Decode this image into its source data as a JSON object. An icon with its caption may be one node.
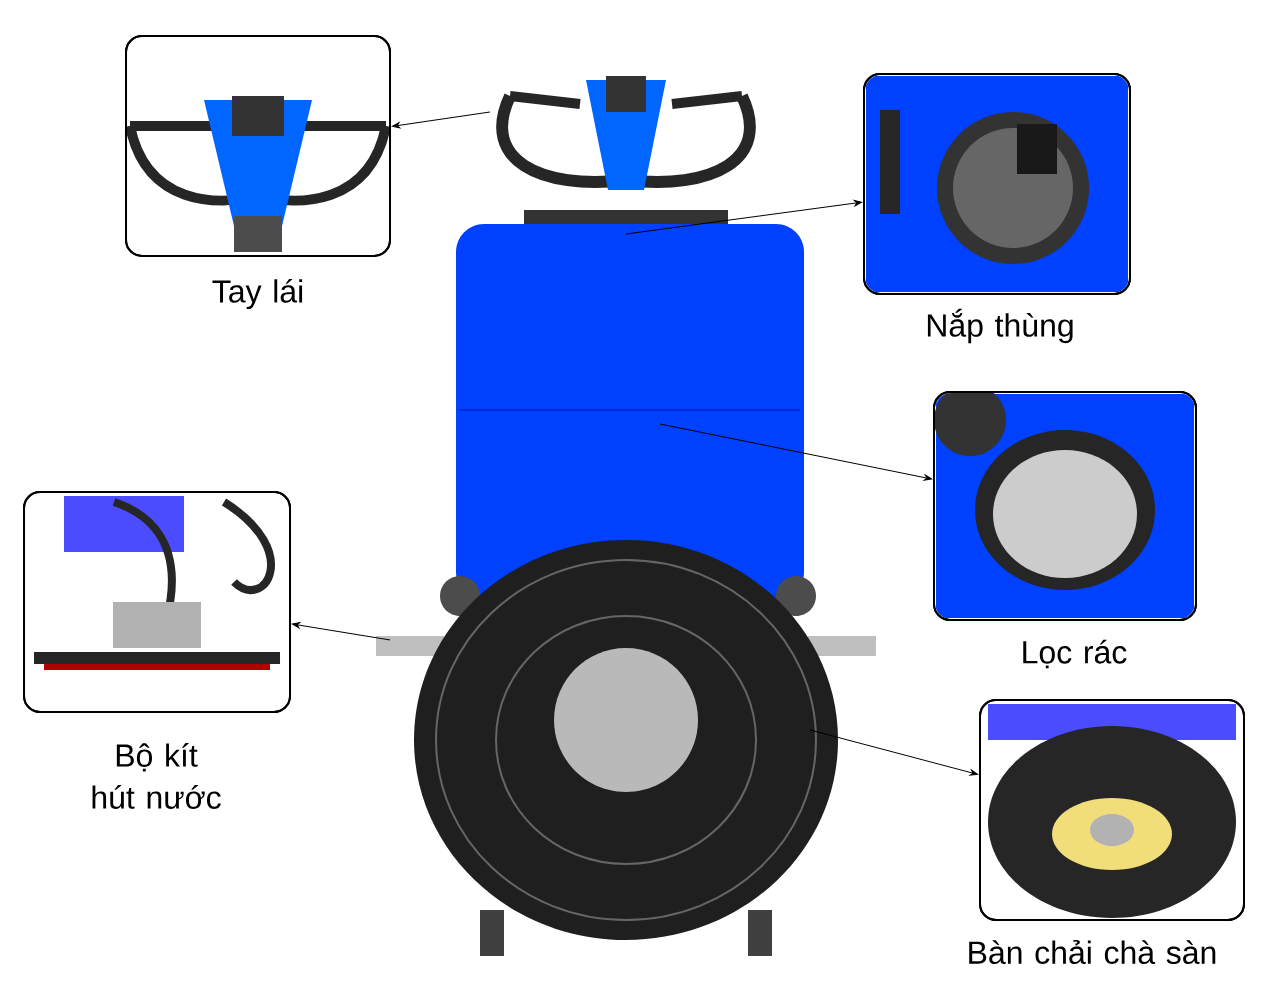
{
  "diagram": {
    "nodes": [
      {
        "text": [],
        "shape": "picture",
        "beside": [
          "Tay lái"
        ]
      },
      {
        "text": [],
        "shape": "picture",
        "beside": [
          "Nắp thùng"
        ]
      },
      {
        "text": [],
        "shape": "picture",
        "beside": [
          "Lọc rác"
        ]
      },
      {
        "text": [],
        "shape": "picture",
        "beside": [
          "Bộ kít hút nước"
        ]
      },
      {
        "text": [],
        "shape": "picture",
        "beside": [
          "Bàn chải chà sàn"
        ]
      }
    ],
    "edges": [
      {
        "from": null,
        "to": 0,
        "arrow": "to"
      },
      {
        "from": null,
        "to": 1,
        "arrow": "to"
      },
      {
        "from": null,
        "to": 2,
        "arrow": "to"
      },
      {
        "from": null,
        "to": 3,
        "arrow": "to"
      },
      {
        "from": null,
        "to": 4,
        "arrow": "to"
      }
    ]
  }
}
